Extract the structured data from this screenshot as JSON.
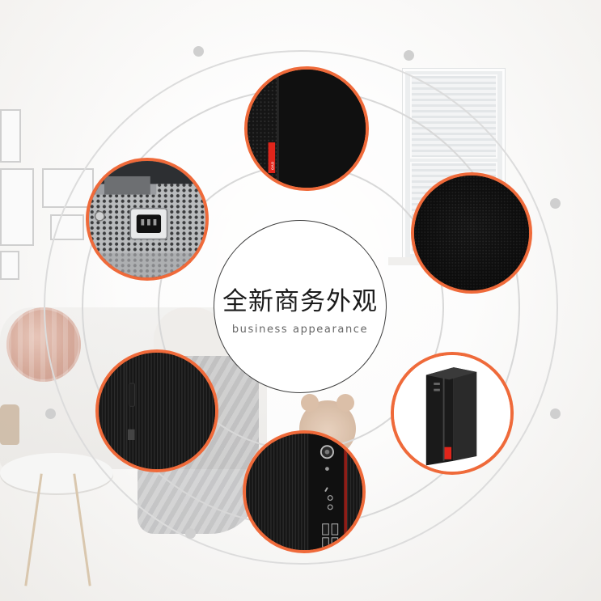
{
  "center": {
    "title": "全新商务外观",
    "subtitle": "business appearance"
  },
  "features": [
    {
      "id": "top-front-panel",
      "icon": "mesh-panel-icon",
      "brand_mark": "ovo"
    },
    {
      "id": "rear-power-supply",
      "icon": "power-socket-icon"
    },
    {
      "id": "side-mesh-grille",
      "icon": "mesh-grille-icon"
    },
    {
      "id": "left-ribbed-panel",
      "icon": "ribbed-panel-icon"
    },
    {
      "id": "desktop-tower",
      "icon": "desktop-tower-icon"
    },
    {
      "id": "front-io-panel",
      "icon": "usb-ports-icon"
    }
  ],
  "colors": {
    "accent": "#ef6a3a",
    "ring": "#d8d8d8",
    "center_border": "#3f3f3f",
    "title_text": "#1b1b1b",
    "subtitle_text": "#666666"
  }
}
